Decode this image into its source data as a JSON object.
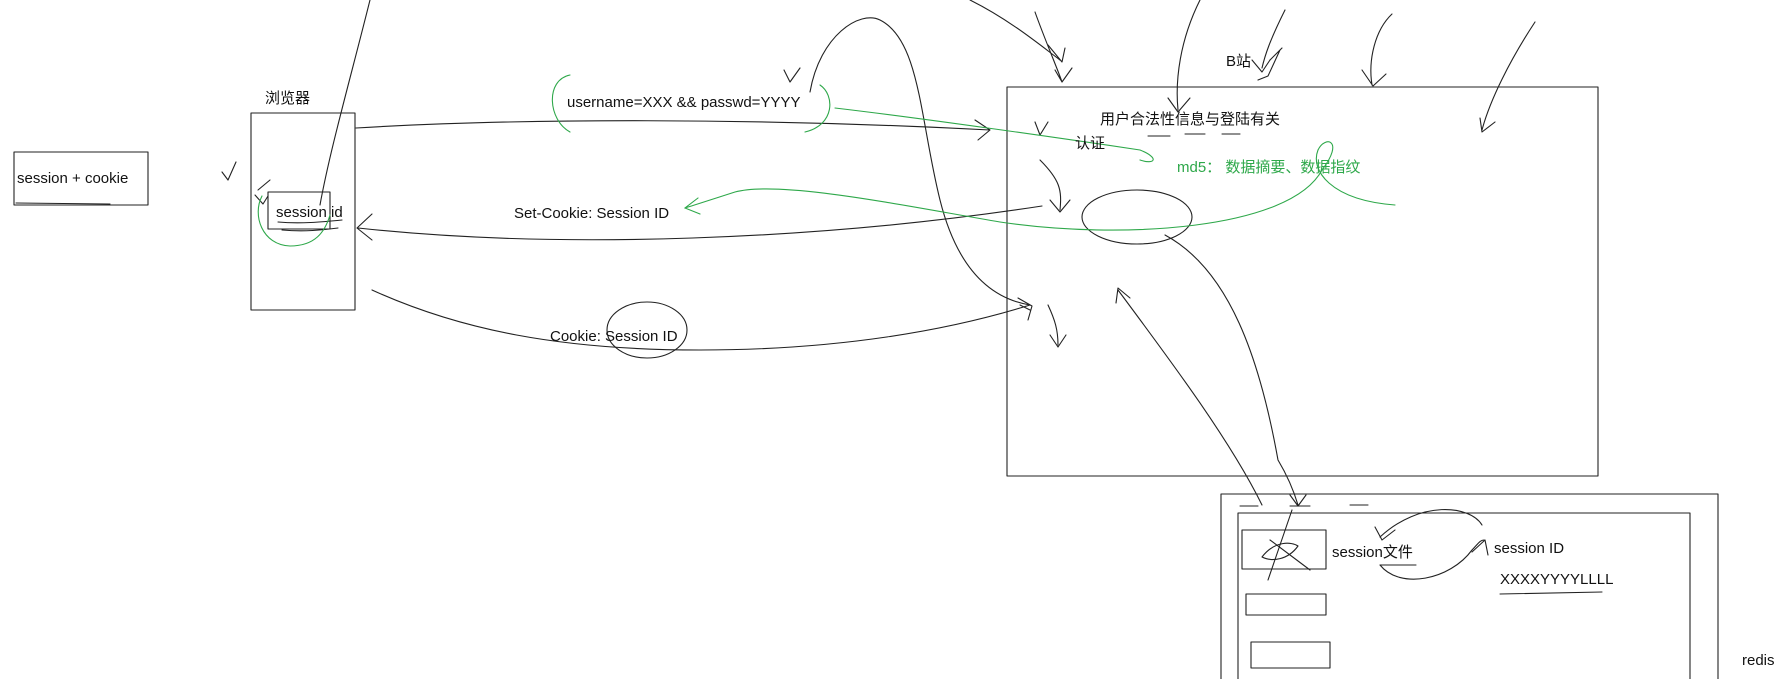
{
  "left": {
    "session_cookie_label": "session + cookie"
  },
  "browser": {
    "title": "浏览器",
    "session_id_label": "session id"
  },
  "arrows": {
    "request_label": "username=XXX && passwd=YYYY",
    "response_label": "Set-Cookie: Session ID",
    "cookie_label": "Cookie: Session ID"
  },
  "server": {
    "title": "B站",
    "legal_info_label": "用户合法性信息与登陆有关",
    "auth_label": "认证",
    "md5_label": "md5：  数据摘要、数据指纹"
  },
  "storage": {
    "session_file_label": "session文件",
    "session_id_label": "session ID",
    "session_id_value": "XXXXYYYYLLLL",
    "redis_label": "redis"
  },
  "colors": {
    "ink": "#222222",
    "green": "#2ea84a"
  }
}
